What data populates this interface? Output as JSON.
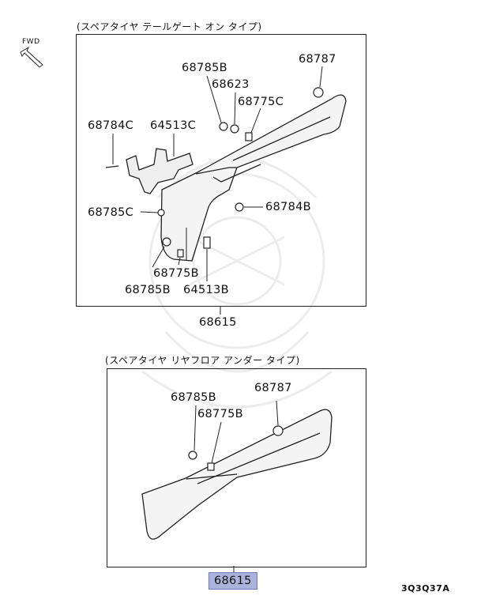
{
  "fwd_label": "FWD",
  "sections": [
    {
      "caption": "(スペアタイヤ テールゲート オン タイプ)",
      "assembly_part": "68615",
      "parts": [
        "68785B",
        "68787",
        "68623",
        "68775C",
        "68784C",
        "64513C",
        "68785C",
        "68784B",
        "68775B",
        "68785B",
        "64513B"
      ]
    },
    {
      "caption": "(スペアタイヤ リヤフロア アンダー タイプ)",
      "assembly_part": "68615",
      "parts": [
        "68785B",
        "68787",
        "68775B"
      ]
    }
  ],
  "diagram_ref": "3Q3Q37A",
  "colors": {
    "highlight": "#aab3dc",
    "line": "#222222"
  }
}
